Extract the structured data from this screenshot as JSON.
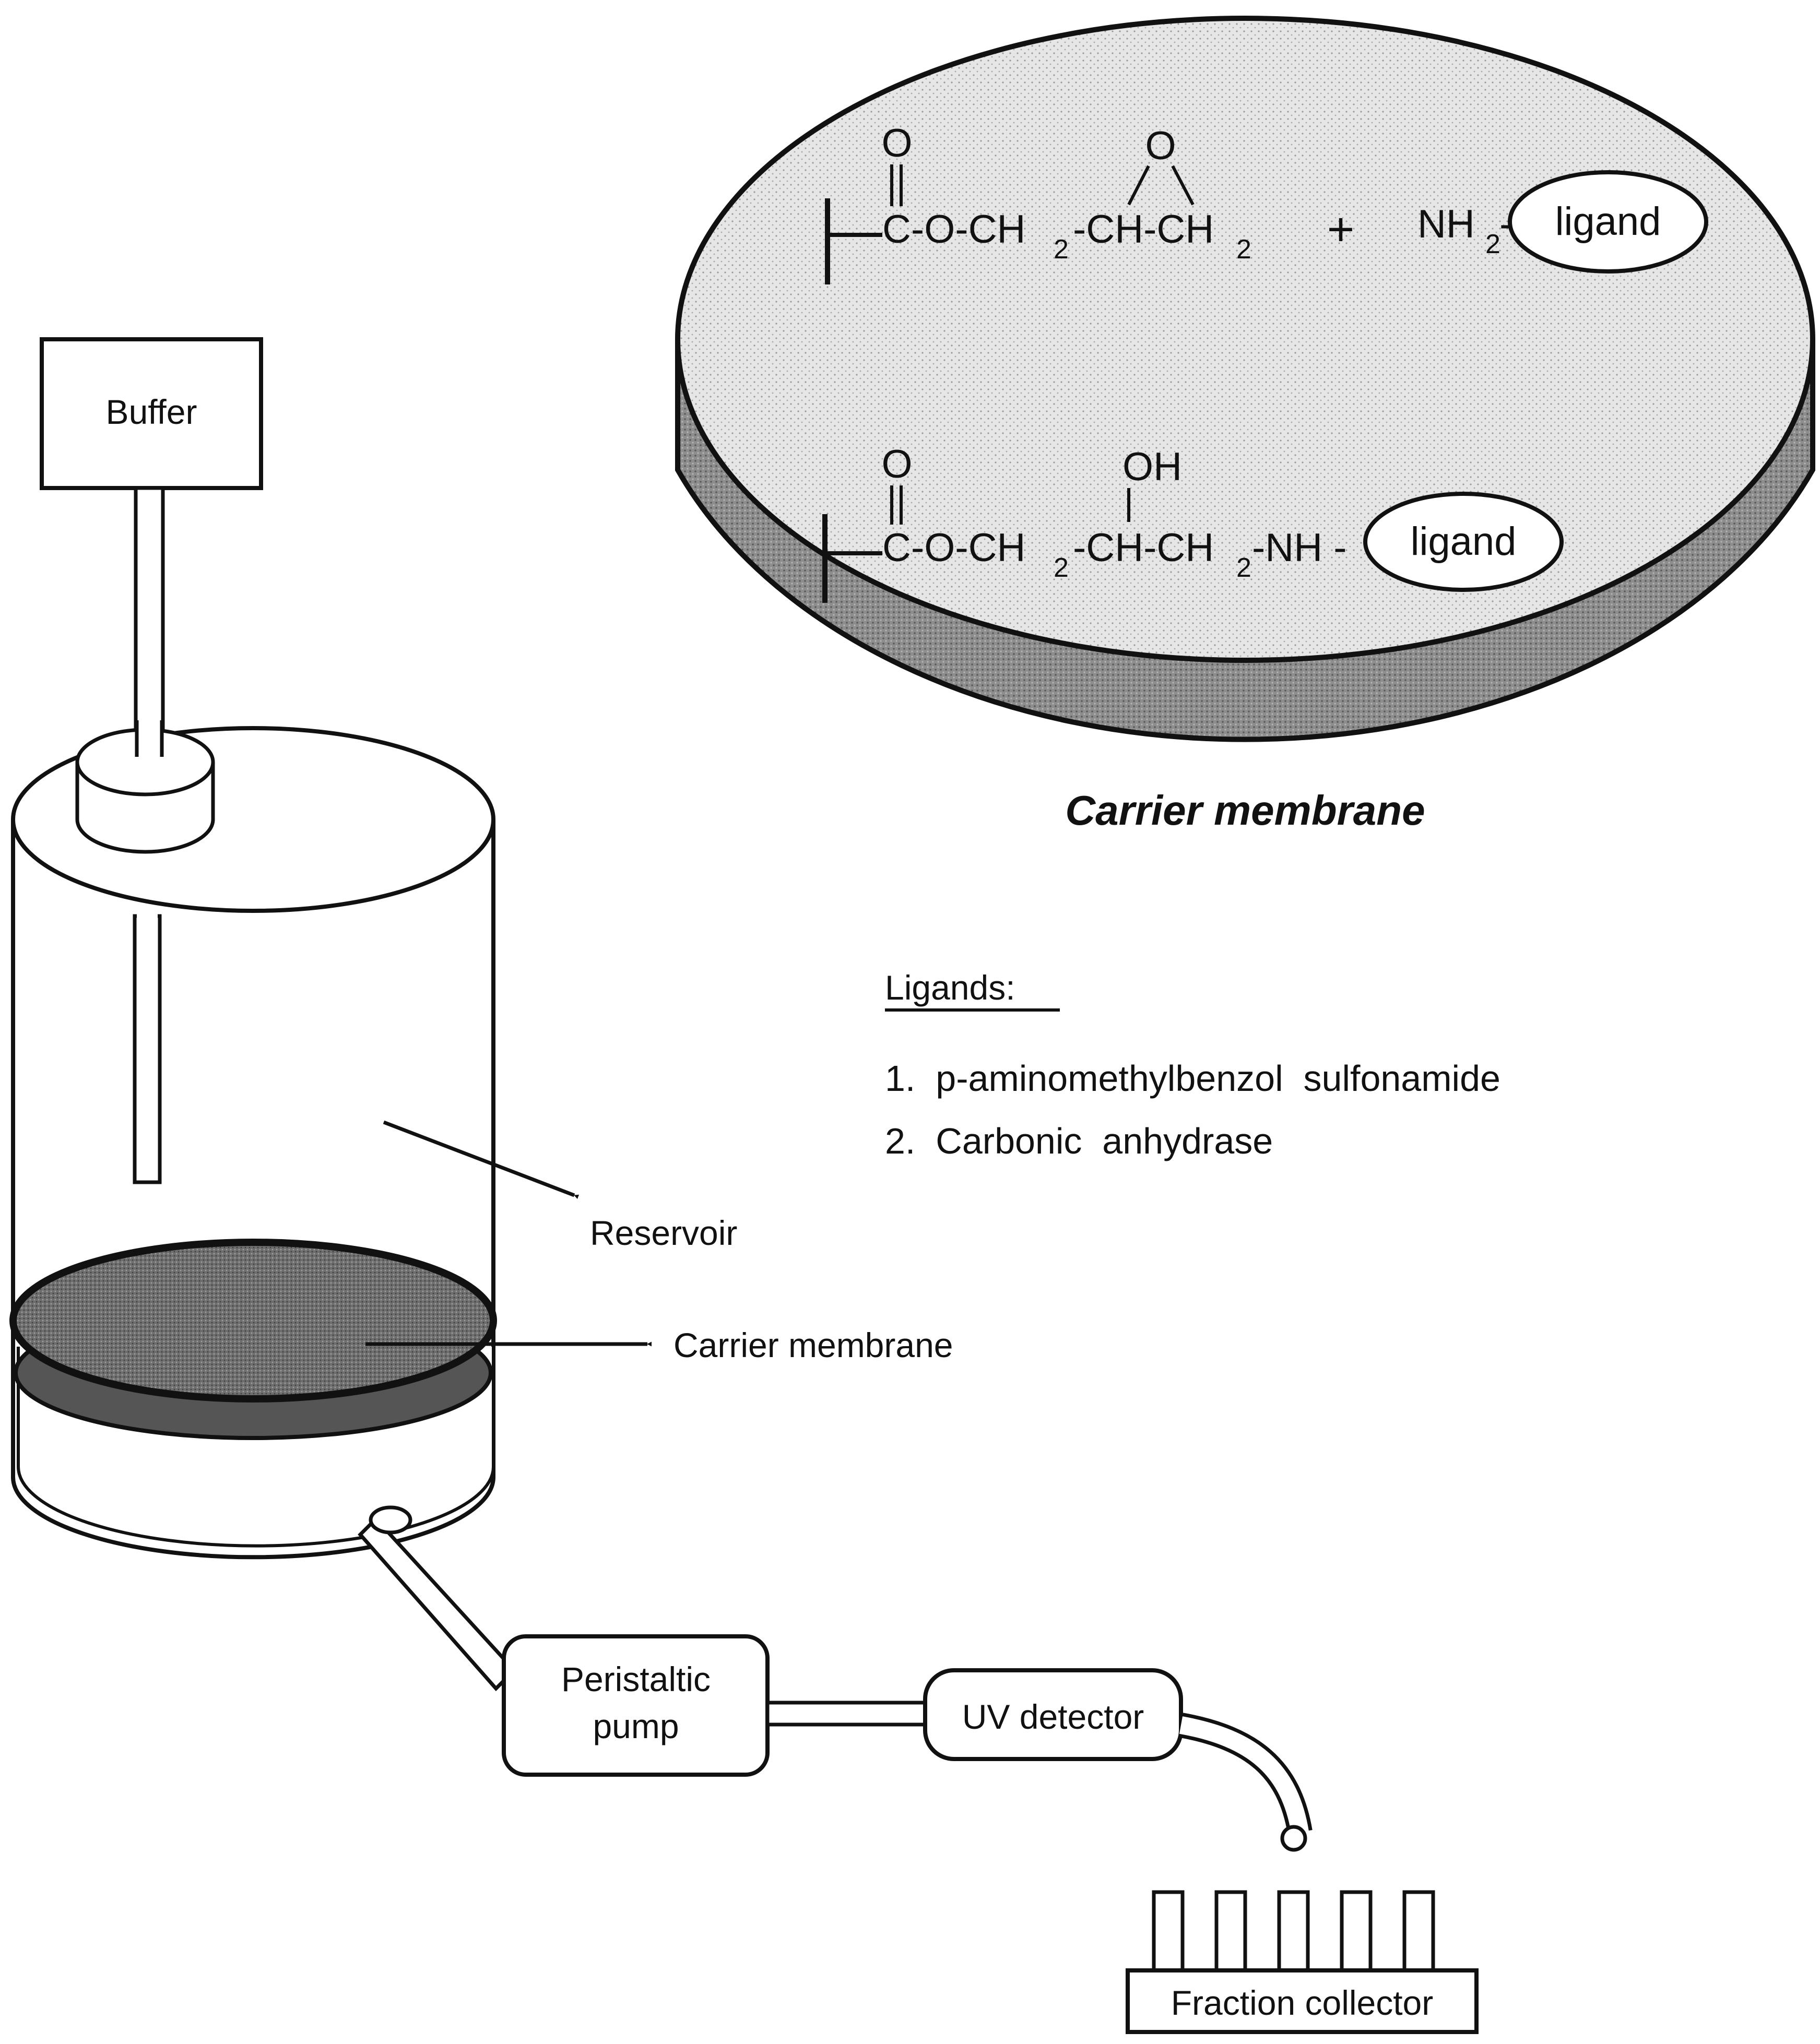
{
  "apparatus": {
    "buffer_label": "Buffer",
    "reservoir_label": "Reservoir",
    "carrier_membrane_label": "Carrier membrane",
    "pump_label_line1": "Peristaltic",
    "pump_label_line2": "pump",
    "uv_detector_label": "UV detector",
    "fraction_collector_label": "Fraction collector"
  },
  "membrane_disc": {
    "label": "Carrier membrane",
    "reactant": {
      "carbonyl_o": "O",
      "epoxide_o": "O",
      "chain_1": "C-O-CH",
      "sub_1": "2",
      "chain_2": "-CH-CH",
      "sub_2": "2",
      "plus": "+",
      "amine": "NH",
      "amine_sub": "2",
      "dash": "-",
      "ligand": "ligand"
    },
    "product": {
      "carbonyl_o": "O",
      "hydroxyl": "OH",
      "chain_1": "C-O-CH",
      "sub_1": "2",
      "chain_2": "-CH-CH",
      "sub_2": "2",
      "chain_3": "-NH -",
      "ligand": "ligand"
    }
  },
  "ligands": {
    "heading": "Ligands:",
    "items": [
      "1.  p-aminomethylbenzol  sulfonamide",
      "2.  Carbonic  anhydrase"
    ]
  }
}
